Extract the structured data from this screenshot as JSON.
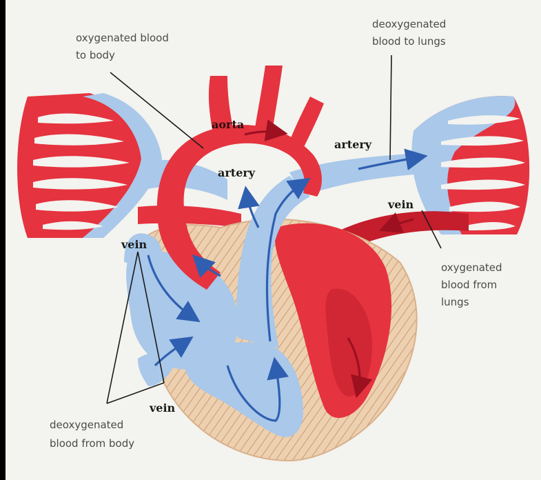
{
  "labels": {
    "oxygenated_to_body": [
      "oxygenated blood",
      "to body"
    ],
    "deoxygenated_to_lungs": [
      "deoxygenated",
      "blood to lungs"
    ],
    "aorta": "aorta",
    "artery_right": "artery",
    "artery_left": "artery",
    "vein_right": "vein",
    "vein_left": "vein",
    "vein_bottom": "vein",
    "oxygenated_from_lungs": [
      "oxygenated",
      "blood from",
      "lungs"
    ],
    "deoxygenated_from_body": [
      "deoxygenated",
      "blood from body"
    ]
  },
  "colors": {
    "background": "#000000",
    "panel": "#f3f3ef",
    "oxygenated_red": "#e5333f",
    "dark_red": "#c41d2b",
    "deoxygenated_blue": "#a9c8ea",
    "arrow_blue": "#2f5fb0",
    "muscle_tan": "#e9c7a4"
  }
}
